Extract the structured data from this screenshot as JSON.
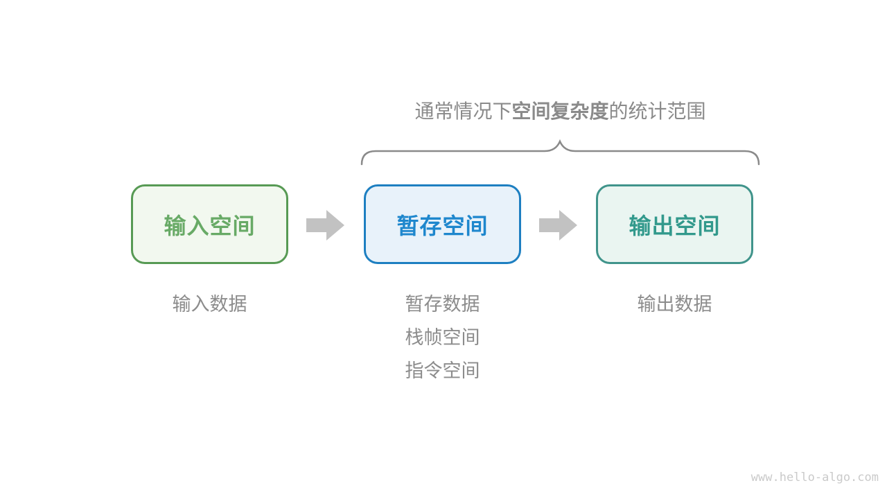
{
  "title": {
    "prefix": "通常情况下",
    "bold": "空间复杂度",
    "suffix": "的统计范围",
    "color": "#8a8a8a"
  },
  "boxes": [
    {
      "id": "input-space",
      "label": "输入空间",
      "border": "#579a54",
      "fill": "#f2f8ef",
      "text_color": "#68aa66"
    },
    {
      "id": "temp-space",
      "label": "暂存空间",
      "border": "#1d7fc1",
      "fill": "#e8f2fa",
      "text_color": "#1e87cd"
    },
    {
      "id": "output-space",
      "label": "输出空间",
      "border": "#40948b",
      "fill": "#eaf5f1",
      "text_color": "#32998c"
    }
  ],
  "notes": {
    "input": [
      "输入数据"
    ],
    "temp": [
      "暂存数据",
      "栈帧空间",
      "指令空间"
    ],
    "output": [
      "输出数据"
    ]
  },
  "colors": {
    "arrow": "#c2c2c2",
    "brace": "#8a8a8a",
    "note_text": "#8c8c8c",
    "watermark": "#cacaca"
  },
  "watermark": "www.hello-algo.com"
}
